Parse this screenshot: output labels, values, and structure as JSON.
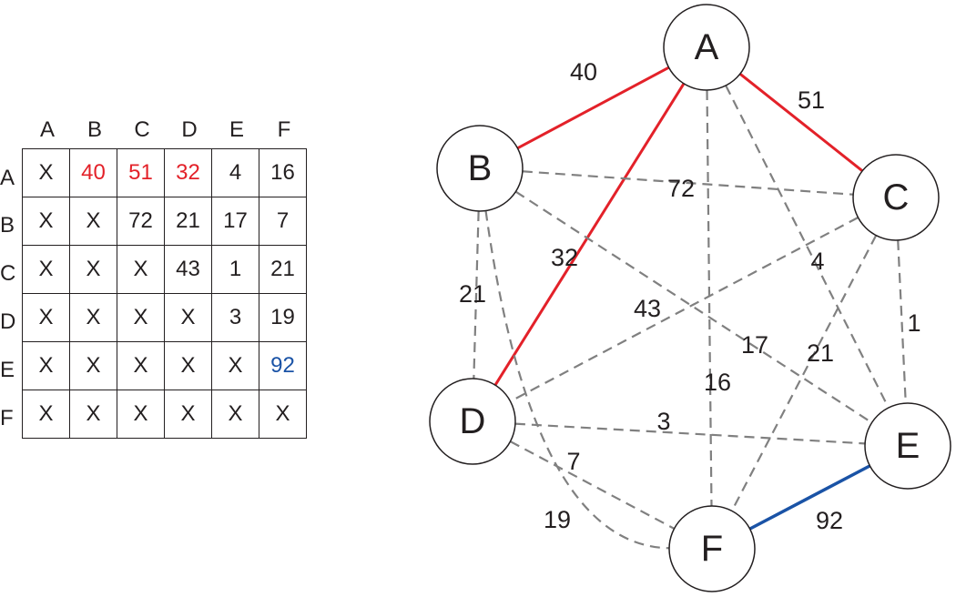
{
  "matrix": {
    "column_headers": [
      "A",
      "B",
      "C",
      "D",
      "E",
      "F"
    ],
    "row_headers": [
      "A",
      "B",
      "C",
      "D",
      "E",
      "F"
    ],
    "rows": [
      [
        {
          "v": "X"
        },
        {
          "v": "40",
          "color": "red"
        },
        {
          "v": "51",
          "color": "red"
        },
        {
          "v": "32",
          "color": "red"
        },
        {
          "v": "4"
        },
        {
          "v": "16"
        }
      ],
      [
        {
          "v": "X"
        },
        {
          "v": "X"
        },
        {
          "v": "72"
        },
        {
          "v": "21"
        },
        {
          "v": "17"
        },
        {
          "v": "7"
        }
      ],
      [
        {
          "v": "X"
        },
        {
          "v": "X"
        },
        {
          "v": "X"
        },
        {
          "v": "43"
        },
        {
          "v": "1"
        },
        {
          "v": "21"
        }
      ],
      [
        {
          "v": "X"
        },
        {
          "v": "X"
        },
        {
          "v": "X"
        },
        {
          "v": "X"
        },
        {
          "v": "3"
        },
        {
          "v": "19"
        }
      ],
      [
        {
          "v": "X"
        },
        {
          "v": "X"
        },
        {
          "v": "X"
        },
        {
          "v": "X"
        },
        {
          "v": "X"
        },
        {
          "v": "92",
          "color": "blue"
        }
      ],
      [
        {
          "v": "X"
        },
        {
          "v": "X"
        },
        {
          "v": "X"
        },
        {
          "v": "X"
        },
        {
          "v": "X"
        },
        {
          "v": "X"
        }
      ]
    ]
  },
  "graph": {
    "nodes": [
      "A",
      "B",
      "C",
      "D",
      "E",
      "F"
    ],
    "edges": [
      {
        "from": "A",
        "to": "B",
        "weight": "40",
        "style": "red"
      },
      {
        "from": "A",
        "to": "C",
        "weight": "51",
        "style": "red"
      },
      {
        "from": "A",
        "to": "D",
        "weight": "32",
        "style": "red"
      },
      {
        "from": "A",
        "to": "E",
        "weight": "4",
        "style": "dashed"
      },
      {
        "from": "A",
        "to": "F",
        "weight": "16",
        "style": "dashed"
      },
      {
        "from": "B",
        "to": "C",
        "weight": "72",
        "style": "dashed"
      },
      {
        "from": "B",
        "to": "D",
        "weight": "21",
        "style": "dashed"
      },
      {
        "from": "B",
        "to": "E",
        "weight": "17",
        "style": "dashed"
      },
      {
        "from": "B",
        "to": "F",
        "weight": "7",
        "style": "dashed"
      },
      {
        "from": "C",
        "to": "D",
        "weight": "43",
        "style": "dashed"
      },
      {
        "from": "C",
        "to": "E",
        "weight": "1",
        "style": "dashed"
      },
      {
        "from": "C",
        "to": "F",
        "weight": "21",
        "style": "dashed"
      },
      {
        "from": "D",
        "to": "E",
        "weight": "3",
        "style": "dashed"
      },
      {
        "from": "D",
        "to": "F",
        "weight": "19",
        "style": "dashed"
      },
      {
        "from": "E",
        "to": "F",
        "weight": "92",
        "style": "blue"
      }
    ]
  },
  "colors": {
    "red": "#e32129",
    "blue": "#1a53a6",
    "dashed": "#808080",
    "ink": "#231f20"
  }
}
